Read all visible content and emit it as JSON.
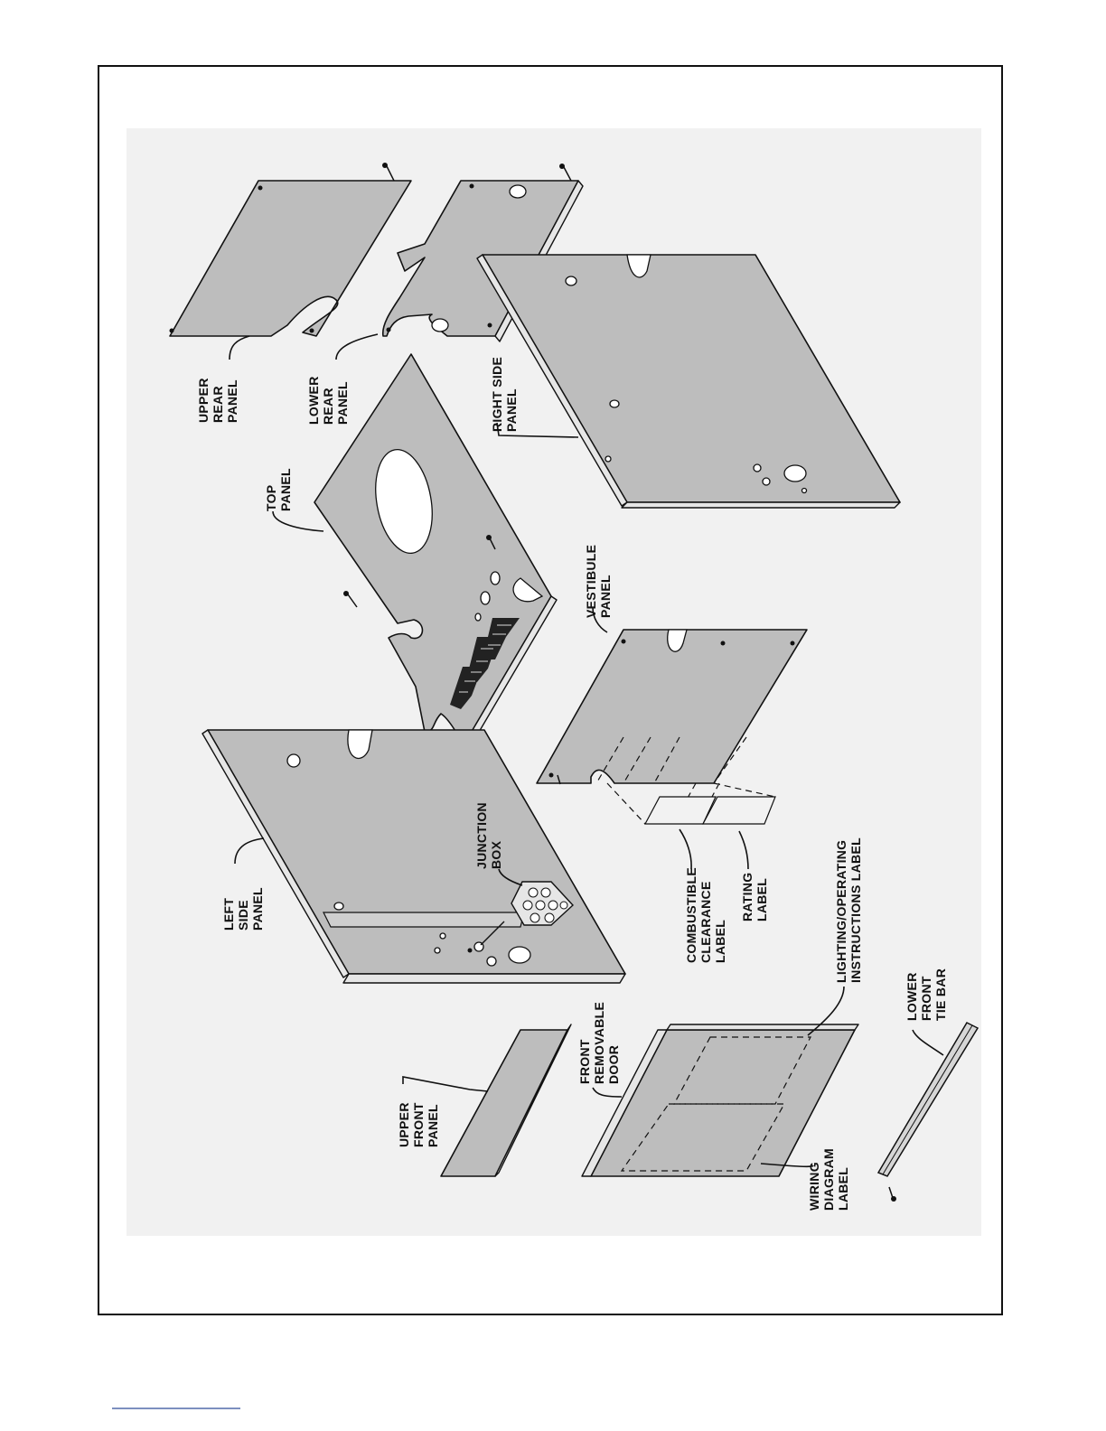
{
  "labels": {
    "upper_rear_panel": [
      "UPPER",
      "REAR",
      "PANEL"
    ],
    "lower_rear_panel": [
      "LOWER",
      "REAR",
      "PANEL"
    ],
    "right_side_panel": [
      "RIGHT  SIDE",
      "PANEL"
    ],
    "top_panel": [
      "TOP",
      "PANEL"
    ],
    "vestibule_panel": [
      "VESTIBULE",
      "PANEL"
    ],
    "left_side_panel": [
      "LEFT",
      "SIDE",
      "PANEL"
    ],
    "junction_box": [
      "JUNCTION",
      "BOX"
    ],
    "combustible_clearance_label": [
      "COMBUSTIBLE",
      "CLEARANCE",
      "LABEL"
    ],
    "rating_label": [
      "RATING",
      "LABEL"
    ],
    "lighting_operating_label": [
      "LIGHTING/OPERATING",
      "INSTRUCTIONS  LABEL"
    ],
    "upper_front_panel": [
      "UPPER",
      "FRONT",
      "PANEL"
    ],
    "front_removable_door": [
      "FRONT",
      "REMOVABLE",
      "DOOR"
    ],
    "wiring_diagram_label": [
      "WIRING",
      "DIAGRAM",
      "LABEL"
    ],
    "lower_front_tie_bar": [
      "LOWER",
      "FRONT",
      "TIE BAR"
    ]
  },
  "colors": {
    "panel_fill": "#bdbdbd",
    "background_tint": "#f1f1f1",
    "outline": "#111111"
  }
}
